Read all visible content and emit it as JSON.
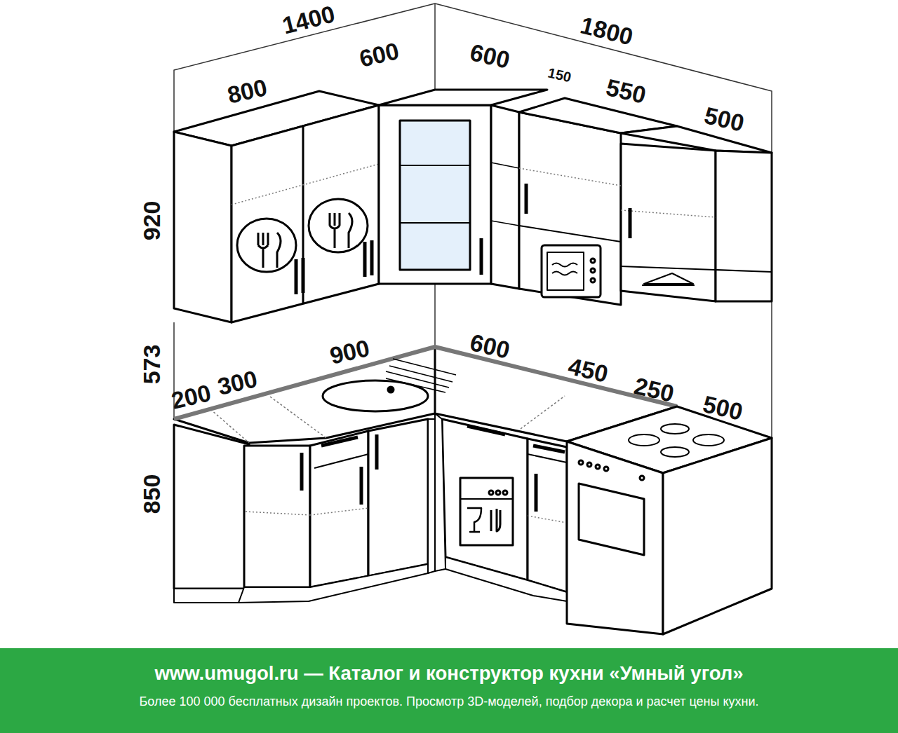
{
  "diagram": {
    "nodes": [
      {
        "text": [
          "www.umugol.ru — Каталог и конструктор кухни «Умный угол»",
          "Более 100 000 бесплатных дизайн проектов. Просмотр 3D-моделей, подбор декора и расчет цены кухни."
        ]
      }
    ],
    "labels": [
      "1400",
      "1800",
      "800",
      "600",
      "600",
      "150",
      "550",
      "500",
      "920",
      "573",
      "850",
      "200",
      "300",
      "900",
      "600",
      "450",
      "250",
      "500"
    ]
  }
}
